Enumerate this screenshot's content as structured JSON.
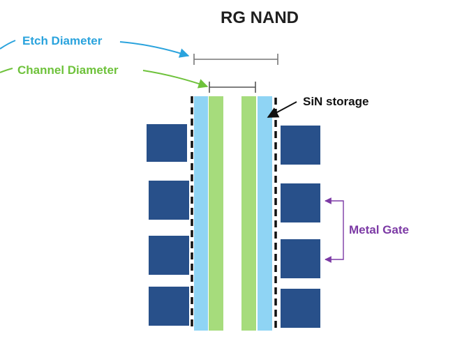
{
  "title": "RG NAND",
  "labels": {
    "etch_diameter": "Etch Diameter",
    "channel_diameter": "Channel Diameter",
    "sin_storage": "SiN storage",
    "metal_gate": "Metal Gate"
  },
  "colors": {
    "title": "#1f1f1f",
    "etch_label": "#2aa3dd",
    "channel_label": "#6ec23b",
    "metal_gate_label": "#7c3aa5",
    "storage_layer": "#8fd4f4",
    "channel_layer": "#a6dc7c",
    "gate_block": "#28508a",
    "dimension_line": "#777777",
    "pointer": "#111111"
  }
}
